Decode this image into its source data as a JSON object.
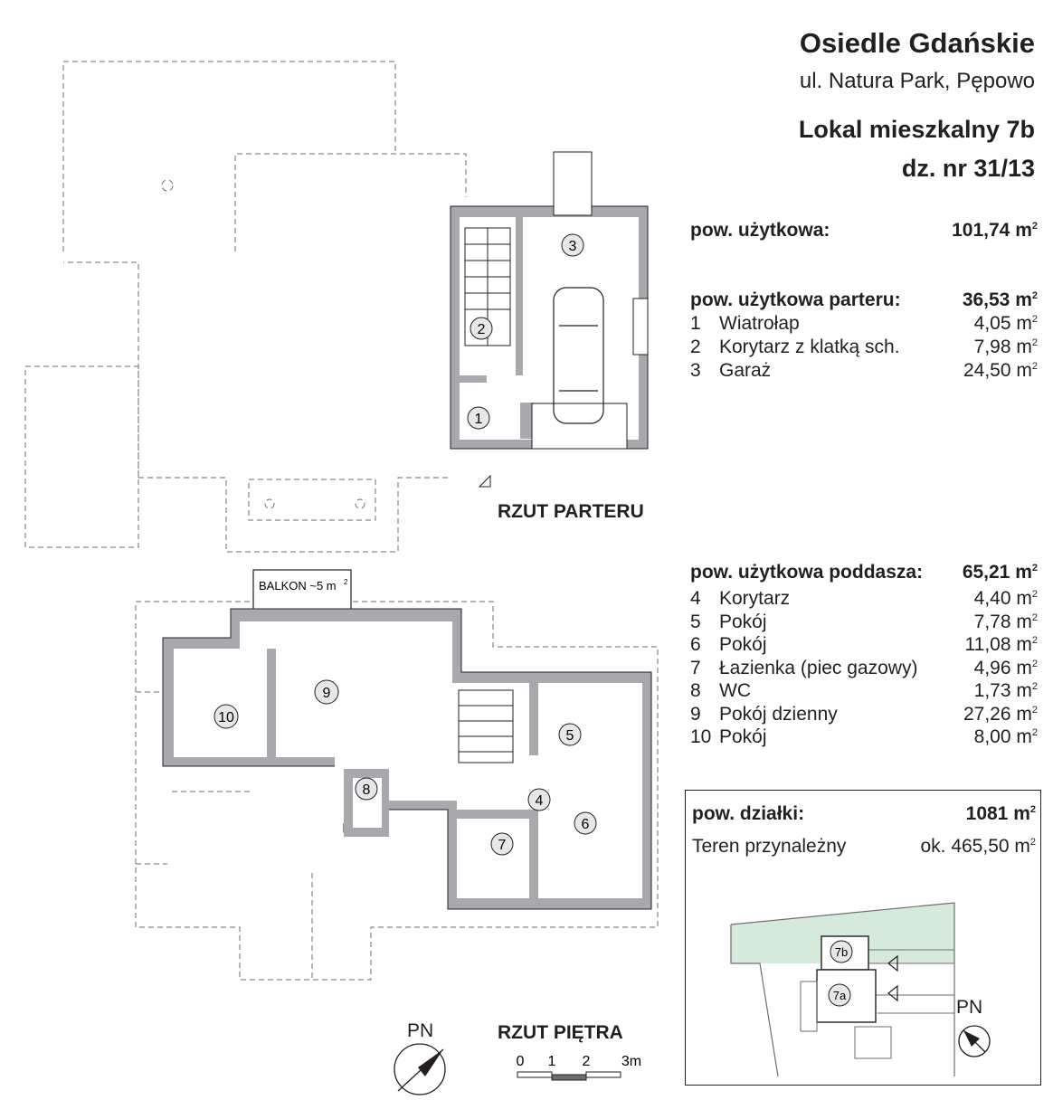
{
  "header": {
    "title": "Osiedle Gdańskie",
    "address": "ul. Natura Park, Pępowo",
    "unit": "Lokal mieszkalny 7b",
    "plot": "dz. nr 31/13"
  },
  "unit_sup": "2",
  "usable_area": {
    "label": "pow. użytkowa:",
    "value": "101,74 m"
  },
  "ground_floor": {
    "label": "pow. użytkowa parteru:",
    "value": "36,53 m",
    "rooms": [
      {
        "num": "1",
        "name": "Wiatrołap",
        "area": "4,05 m"
      },
      {
        "num": "2",
        "name": "Korytarz z klatką sch.",
        "area": "7,98 m"
      },
      {
        "num": "3",
        "name": "Garaż",
        "area": "24,50 m"
      }
    ],
    "plan_title": "RZUT PARTERU"
  },
  "attic_floor": {
    "label": "pow. użytkowa poddasza:",
    "value": "65,21 m",
    "rooms": [
      {
        "num": "4",
        "name": "Korytarz",
        "area": "4,40 m"
      },
      {
        "num": "5",
        "name": "Pokój",
        "area": "7,78 m"
      },
      {
        "num": "6",
        "name": "Pokój",
        "area": "11,08 m"
      },
      {
        "num": "7",
        "name": "Łazienka (piec gazowy)",
        "area": "4,96 m"
      },
      {
        "num": "8",
        "name": "WC",
        "area": "1,73 m"
      },
      {
        "num": "9",
        "name": "Pokój dzienny",
        "area": "27,26 m"
      },
      {
        "num": "10",
        "name": "Pokój",
        "area": "8,00 m"
      }
    ],
    "plan_title": "RZUT PIĘTRA",
    "balcony": "BALKON ~5 m"
  },
  "plot_info": {
    "label": "pow. działki:",
    "value": "1081 m",
    "land_label": "Teren przynależny",
    "land_value": "ok. 465,50 m",
    "unit_a": "7a",
    "unit_b": "7b"
  },
  "north_label": "PN",
  "scale": {
    "ticks": [
      "0",
      "1",
      "2",
      "3m"
    ]
  },
  "colors": {
    "wall": "#a7a9ac",
    "line": "#231f20",
    "garden": "#d6eadb"
  }
}
